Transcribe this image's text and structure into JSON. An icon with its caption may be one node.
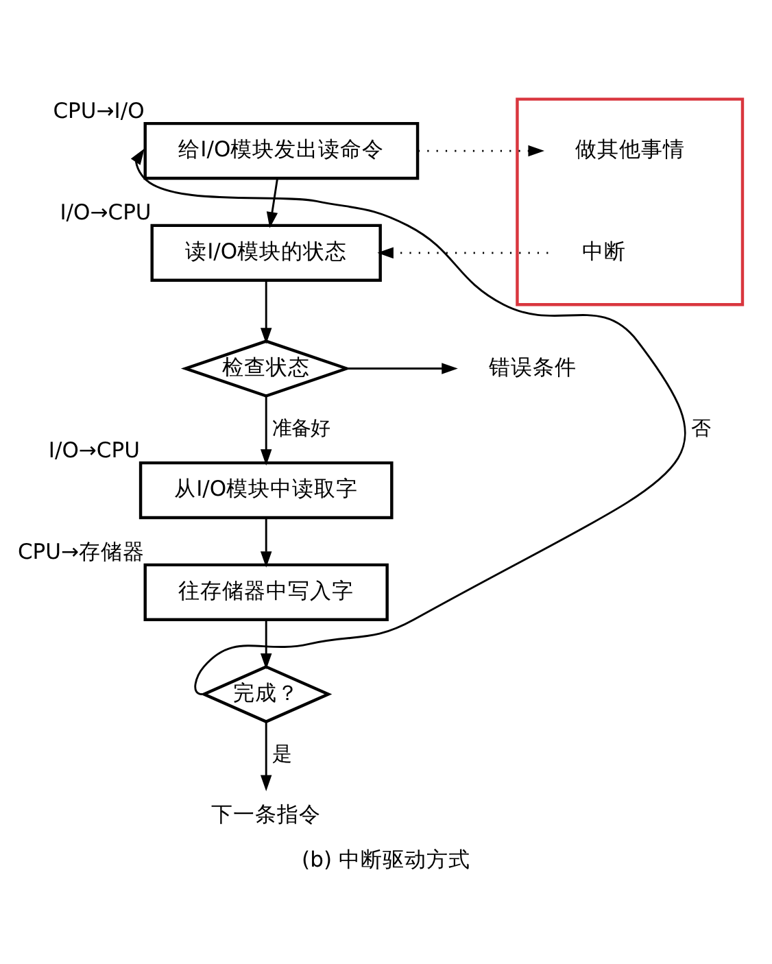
{
  "diagram": {
    "caption": "(b) 中断驱动方式",
    "nodes": [
      {
        "text": [
          "给I/O模块发出读命令"
        ],
        "beside": [
          "CPU→I/O"
        ]
      },
      {
        "text": [],
        "shape": "box"
      },
      {
        "text": [
          "做其他事情"
        ],
        "in": 1
      },
      {
        "text": [
          "中断"
        ],
        "in": 1
      },
      {
        "text": [
          "读I/O模块的状态"
        ],
        "beside": [
          "I/O→CPU"
        ]
      },
      {
        "text": [
          "检查状态"
        ]
      },
      {
        "text": [
          "错误条件"
        ]
      },
      {
        "text": [
          "从I/O模块中读取字"
        ],
        "beside": [
          "I/O→CPU"
        ]
      },
      {
        "text": [
          "往存储器中写入字"
        ],
        "beside": [
          "CPU→存储器"
        ]
      },
      {
        "text": [
          "完成？"
        ]
      },
      {
        "text": [
          "下一条指令"
        ]
      }
    ],
    "edges": [
      {
        "from": 0,
        "to": 4,
        "arrow": "to"
      },
      {
        "from": 0,
        "to": 2,
        "arrow": "to",
        "style": "dashed"
      },
      {
        "from": 3,
        "to": 4,
        "arrow": "to",
        "style": "dashed"
      },
      {
        "from": 4,
        "to": 5,
        "arrow": "to"
      },
      {
        "from": 5,
        "to": 6,
        "arrow": "to"
      },
      {
        "from": 5,
        "to": 7,
        "arrow": "to",
        "label": "准备好"
      },
      {
        "from": 7,
        "to": 8,
        "arrow": "to"
      },
      {
        "from": 8,
        "to": 9,
        "arrow": "to"
      },
      {
        "from": 9,
        "to": 0,
        "arrow": "to",
        "label": "否"
      },
      {
        "from": 9,
        "to": 10,
        "arrow": "to",
        "label": "是"
      }
    ]
  }
}
